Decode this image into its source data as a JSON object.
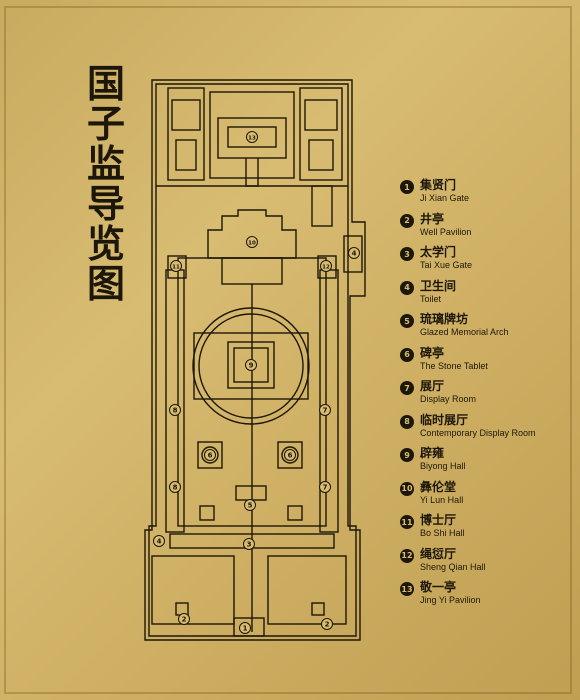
{
  "title": "国子监导览图",
  "title_chars": [
    "国",
    "子",
    "监",
    "导",
    "览",
    "图"
  ],
  "legend": [
    {
      "num": "1",
      "zh": "集贤门",
      "en": "Ji Xian Gate"
    },
    {
      "num": "2",
      "zh": "井亭",
      "en": "Well Pavilion"
    },
    {
      "num": "3",
      "zh": "太学门",
      "en": "Tai Xue Gate"
    },
    {
      "num": "4",
      "zh": "卫生间",
      "en": "Toilet"
    },
    {
      "num": "5",
      "zh": "琉璃牌坊",
      "en": "Glazed Memorial Arch"
    },
    {
      "num": "6",
      "zh": "碑亭",
      "en": "The Stone Tablet"
    },
    {
      "num": "7",
      "zh": "展厅",
      "en": "Display Room"
    },
    {
      "num": "8",
      "zh": "临时展厅",
      "en": "Contemporary Display Room"
    },
    {
      "num": "9",
      "zh": "辟雍",
      "en": "Biyong Hall"
    },
    {
      "num": "10",
      "zh": "彝伦堂",
      "en": "Yi Lun Hall"
    },
    {
      "num": "11",
      "zh": "博士厅",
      "en": "Bo Shi Hall"
    },
    {
      "num": "12",
      "zh": "绳愆厅",
      "en": "Sheng Qian Hall"
    },
    {
      "num": "13",
      "zh": "敬一亭",
      "en": "Jing Yi Pavilion"
    }
  ],
  "map_markers": [
    "1",
    "2",
    "3",
    "4",
    "5",
    "6",
    "7",
    "8",
    "9",
    "10",
    "11",
    "12",
    "13"
  ],
  "colors": {
    "plate": "#cfb064",
    "ink": "#1d1709"
  }
}
